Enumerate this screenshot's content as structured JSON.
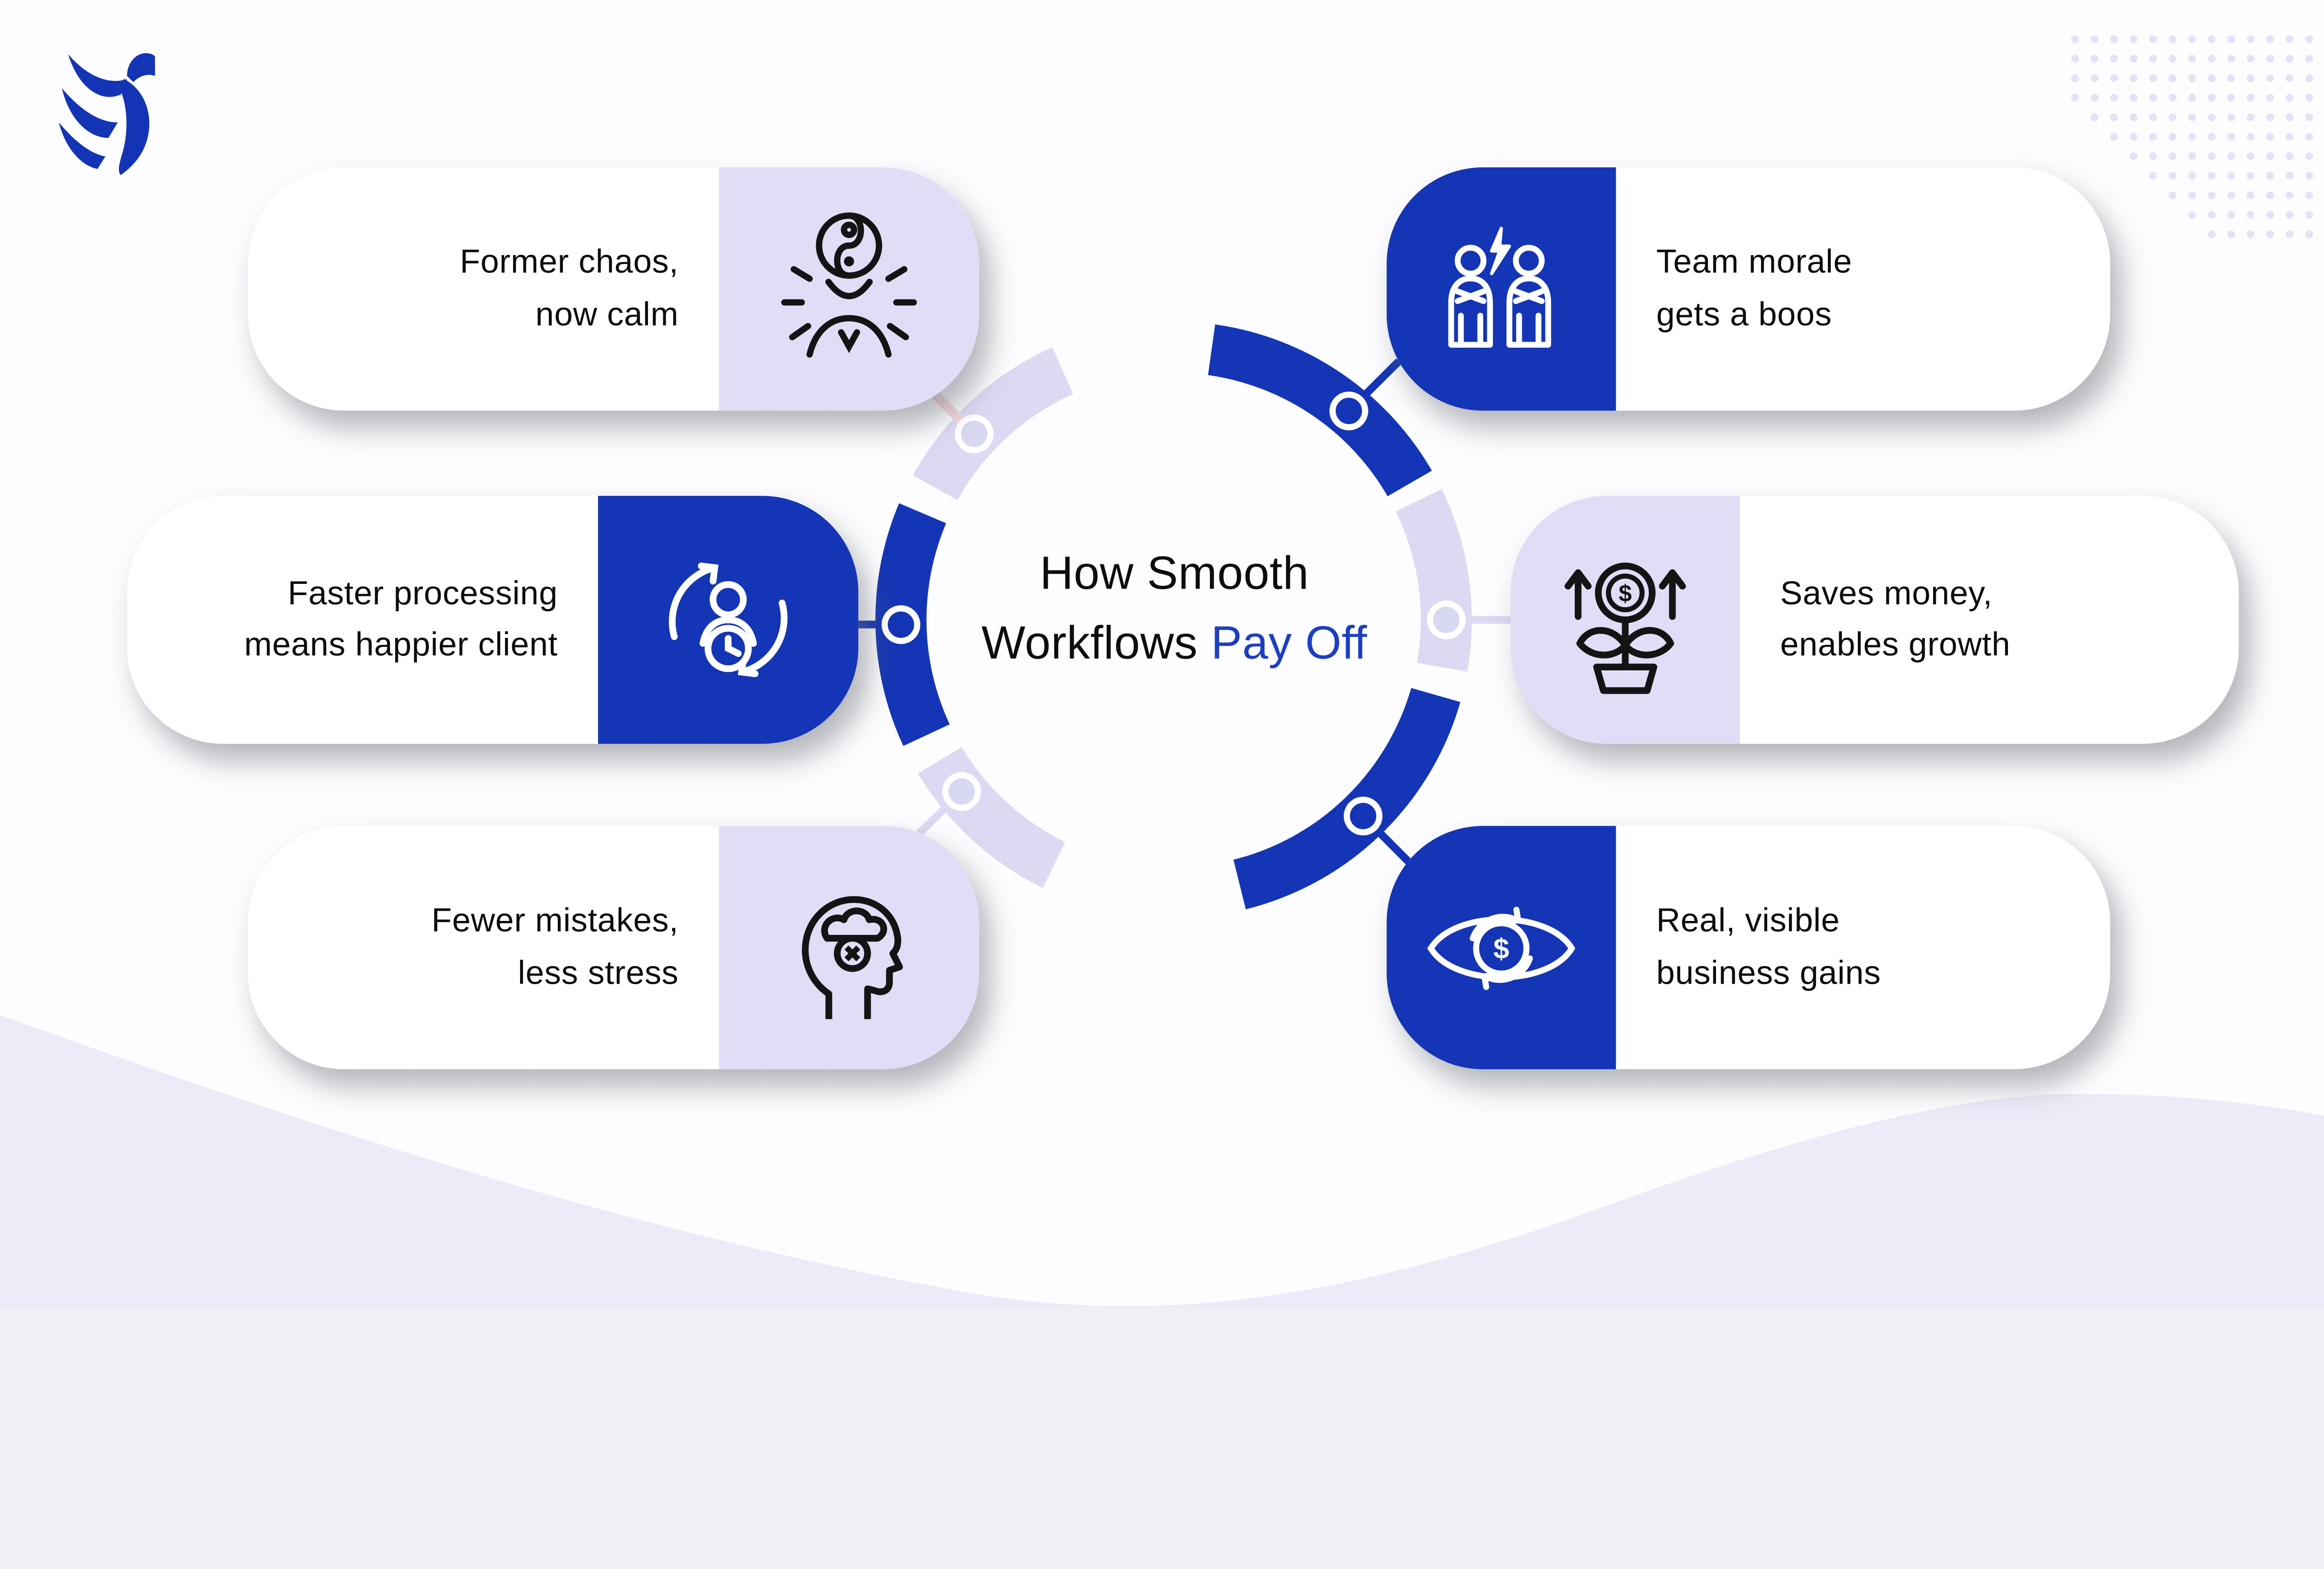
{
  "title": {
    "line1": "How Smooth",
    "line2_black": "Workflows",
    "line2_accent": "Pay Off"
  },
  "logo": {
    "name": "eagle-logo"
  },
  "colors": {
    "primary_blue": "#1435b5",
    "accent_text_blue": "#1c3fc2",
    "lavender_section": "#dfdef6",
    "lavender_arc": "#dcdaf3",
    "pink_connector": "#f5d9de",
    "wave": "#ecebf8",
    "dots": "#e3e2f6",
    "card_bg": "#ffffff",
    "text": "#0d0d0d"
  },
  "cards": [
    {
      "id": "former-chaos",
      "lines": [
        "Former chaos,",
        "now calm"
      ],
      "icon": "zen-person-icon",
      "icon_style": "lavender",
      "side": "left"
    },
    {
      "id": "faster-processing",
      "lines": [
        "Faster processing",
        "means happier client"
      ],
      "icon": "person-clock-cycle-icon",
      "icon_style": "blue",
      "side": "left"
    },
    {
      "id": "fewer-mistakes",
      "lines": [
        "Fewer mistakes,",
        "less stress"
      ],
      "icon": "head-brain-error-icon",
      "icon_style": "lavender",
      "side": "left"
    },
    {
      "id": "team-morale",
      "lines": [
        "Team morale",
        "gets a boos"
      ],
      "icon": "team-conflict-icon",
      "icon_style": "blue",
      "side": "right"
    },
    {
      "id": "saves-money",
      "lines": [
        "Saves money,",
        "enables growth"
      ],
      "icon": "money-plant-icon",
      "icon_style": "lavender",
      "side": "right"
    },
    {
      "id": "business-gains",
      "lines": [
        "Real, visible",
        "business gains"
      ],
      "icon": "eye-dollar-icon",
      "icon_style": "blue",
      "side": "right"
    }
  ]
}
